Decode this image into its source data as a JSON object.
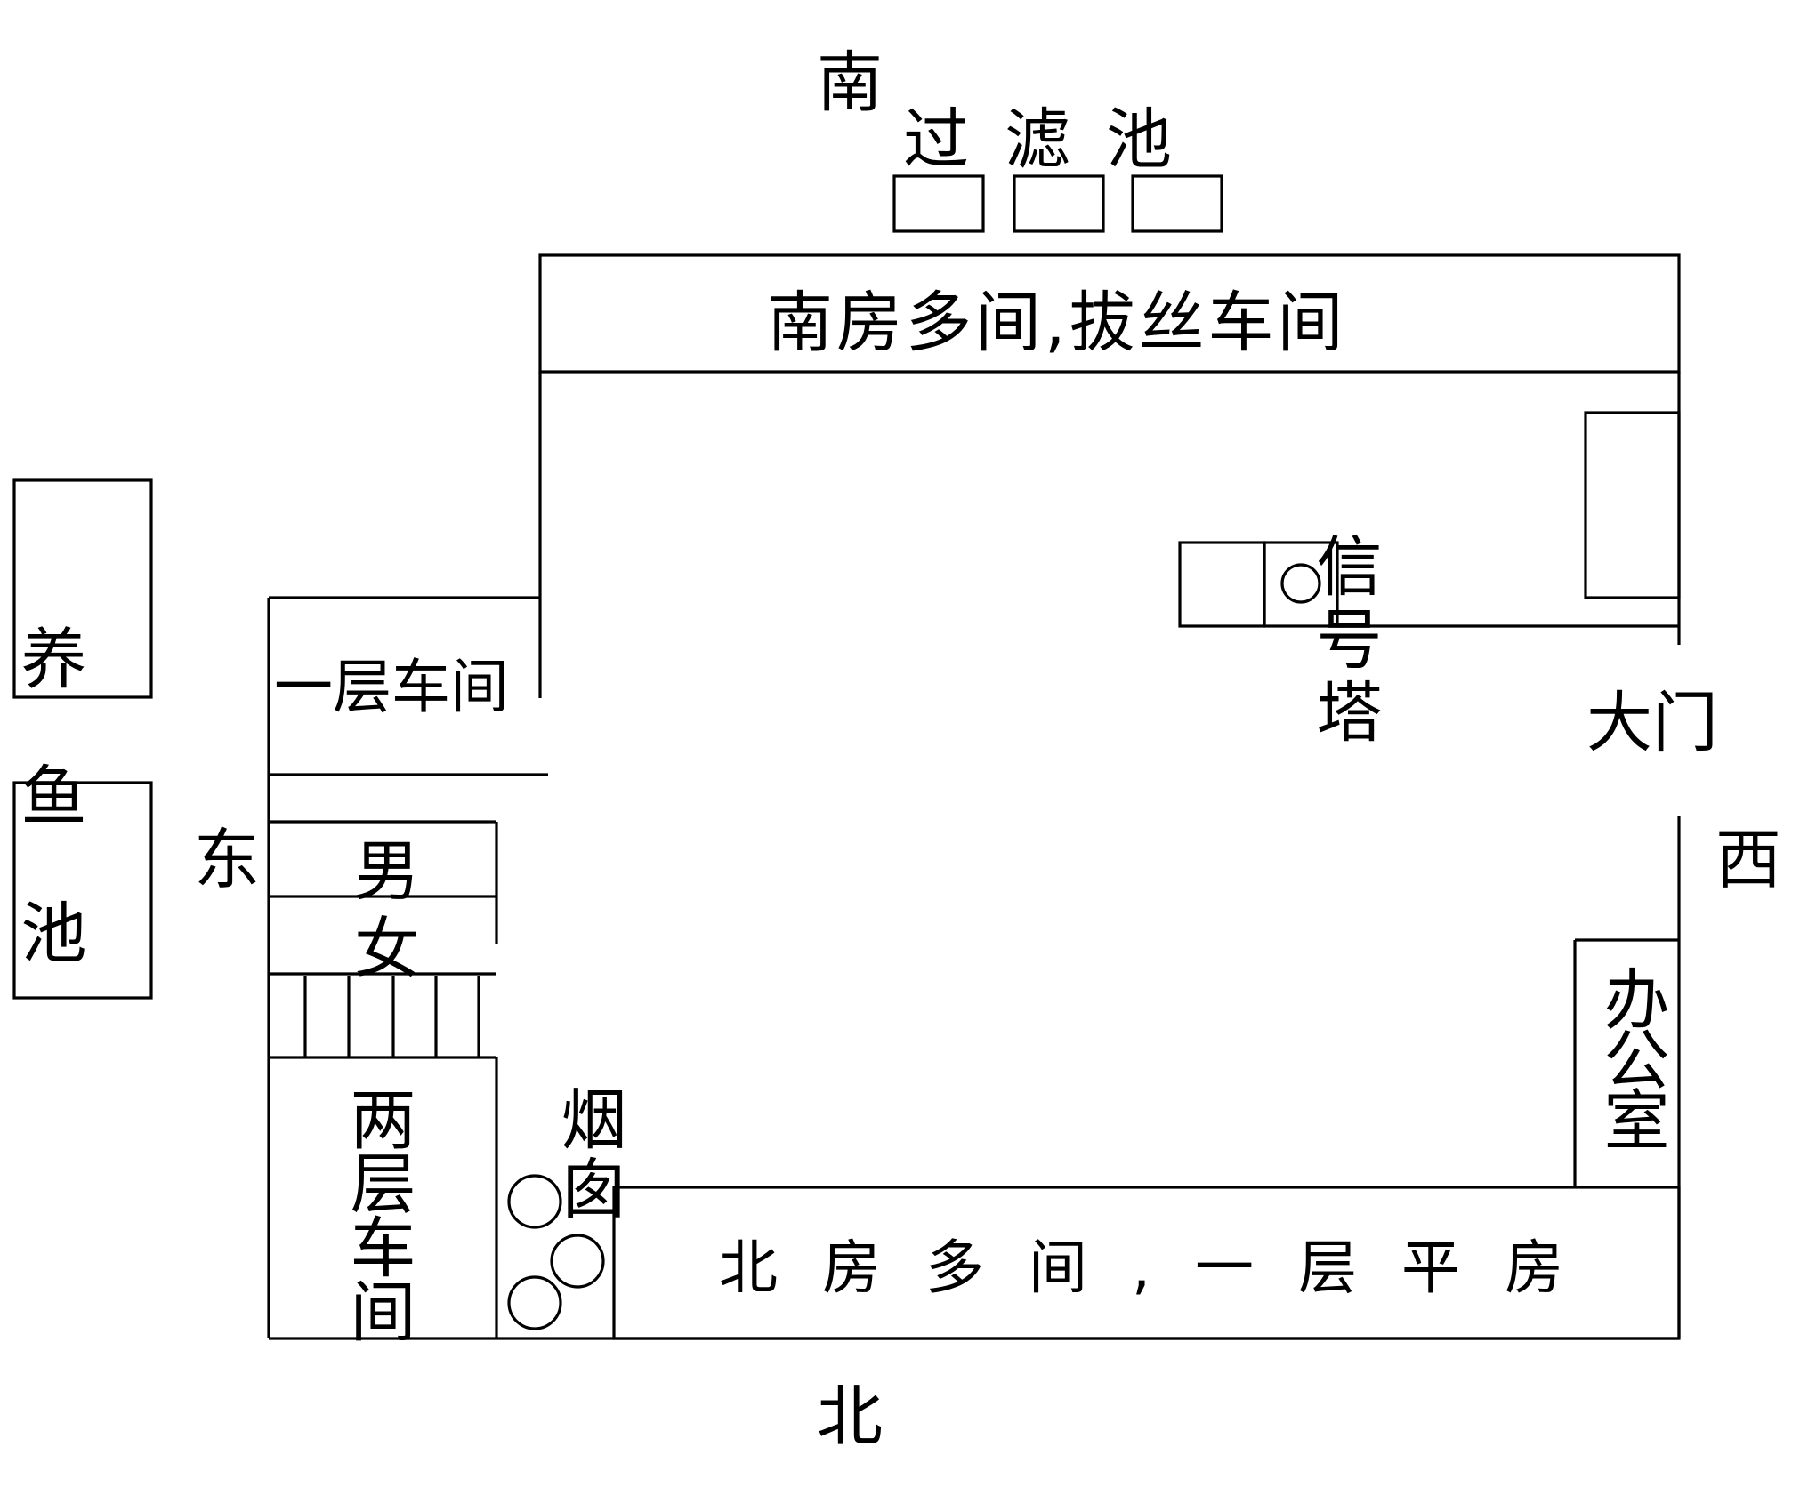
{
  "compass": {
    "south": "南",
    "north": "北",
    "east": "东",
    "west": "西"
  },
  "labels": {
    "filter_pool": "过滤池",
    "south_rooms": "南房多间,拔丝车间",
    "signal_tower": "信号塔",
    "fish_pond": "养鱼池",
    "one_floor_workshop": "一层车间",
    "gate": "大门",
    "men": "男",
    "women": "女",
    "office": "办公室",
    "two_floor_workshop": "两层车间",
    "chimney": "烟囱",
    "north_rooms": "北房多间,一层平房"
  }
}
